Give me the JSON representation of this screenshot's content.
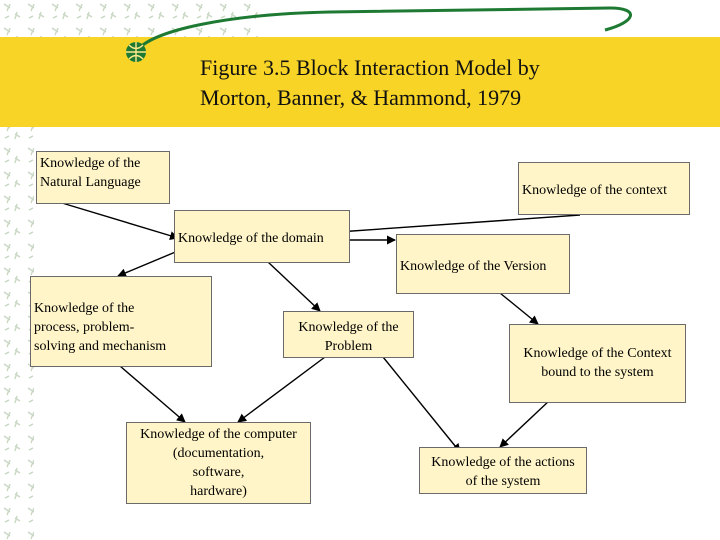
{
  "title": "Figure 3.5 Block Interaction Model by\nMorton, Banner, & Hammond, 1979",
  "boxes": {
    "natural_language": "Knowledge of the\nNatural Language",
    "context": "Knowledge of the context",
    "domain": "Knowledge of the domain",
    "version": "Knowledge of the Version",
    "process": "Knowledge of the\nprocess, problem-\nsolving and mechanism",
    "problem": "Knowledge of the\nProblem",
    "context_system": "Knowledge of the Context\nbound to the system",
    "computer": "Knowledge of the computer\n(documentation,\nsoftware,\nhardware)",
    "actions": "Knowledge of the actions\nof the system"
  },
  "colors": {
    "title_band": "#f8d427",
    "box_fill": "#fff5c8",
    "pattern": "#c9d7c3",
    "swoosh": "#1e7a33"
  }
}
